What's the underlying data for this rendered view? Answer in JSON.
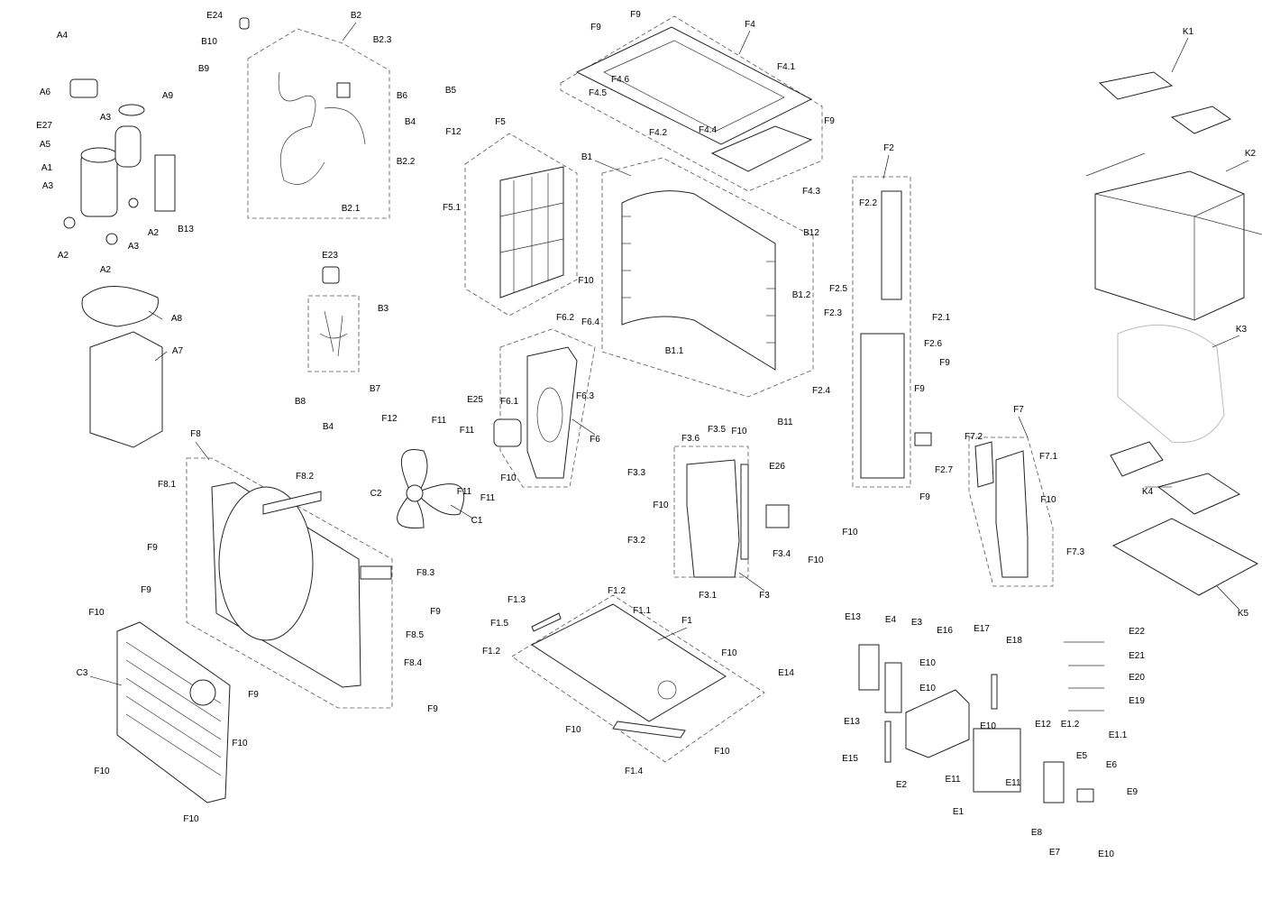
{
  "diagram": {
    "type": "exploded-parts-view",
    "labels": [
      "E24",
      "B10",
      "B9",
      "B2",
      "B2.3",
      "B2.2",
      "B2.1",
      "A4",
      "A6",
      "A9",
      "A3",
      "E27",
      "A5",
      "A1",
      "A3",
      "A2",
      "B13",
      "A2",
      "A3",
      "A2",
      "B6",
      "B5",
      "B4",
      "F12",
      "F9",
      "F9",
      "F4",
      "F4.1",
      "F4.6",
      "F4.5",
      "F4.2",
      "F9",
      "F4.4",
      "F4.3",
      "F5",
      "B1",
      "K1",
      "K2",
      "F2",
      "F2.2",
      "F5.1",
      "B12",
      "E23",
      "A8",
      "B3",
      "F10",
      "F6.2",
      "F6.4",
      "B1.2",
      "F2.5",
      "F2.3",
      "F2.1",
      "K3",
      "A7",
      "B1.1",
      "F2.6",
      "F9",
      "F6.3",
      "B7",
      "B8",
      "F6.1",
      "E25",
      "F9",
      "F2.4",
      "B11",
      "F12",
      "B4",
      "F11",
      "F11",
      "F6",
      "F3.6",
      "F3.5",
      "F10",
      "F8",
      "F7.2",
      "F7",
      "F7.1",
      "F3.3",
      "K4",
      "F2.7",
      "F9",
      "F8.2",
      "F8.1",
      "F11",
      "F11",
      "F10",
      "F10",
      "E26",
      "C2",
      "F10",
      "C1",
      "F10",
      "F3.4",
      "F10",
      "F3.2",
      "F9",
      "F8.3",
      "F3.1",
      "F3",
      "F7.3",
      "F9",
      "K5",
      "F1.3",
      "F1.2",
      "F1.1",
      "F1",
      "F1.5",
      "F8.5",
      "F9",
      "F10",
      "F1.2",
      "F10",
      "F8.4",
      "C3",
      "F9",
      "F9",
      "F10",
      "F10",
      "F1.4",
      "F10",
      "F10",
      "F10",
      "E13",
      "E4",
      "E3",
      "E16",
      "E17",
      "E18",
      "E22",
      "E14",
      "E10",
      "E10",
      "E21",
      "E20",
      "E19",
      "E13",
      "E10",
      "E12",
      "E1.2",
      "E1.1",
      "E15",
      "E5",
      "E2",
      "E11",
      "E6",
      "E1",
      "E11",
      "E9",
      "E8",
      "E7",
      "E10"
    ]
  }
}
